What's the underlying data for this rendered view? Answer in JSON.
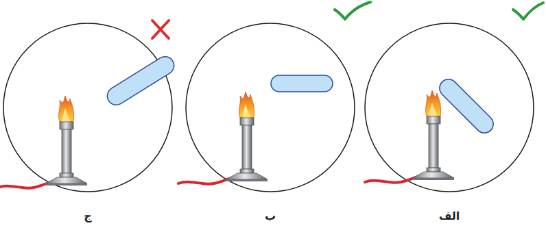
{
  "diagram": {
    "labels": [
      "الف",
      "ب",
      "ج"
    ]
  }
}
